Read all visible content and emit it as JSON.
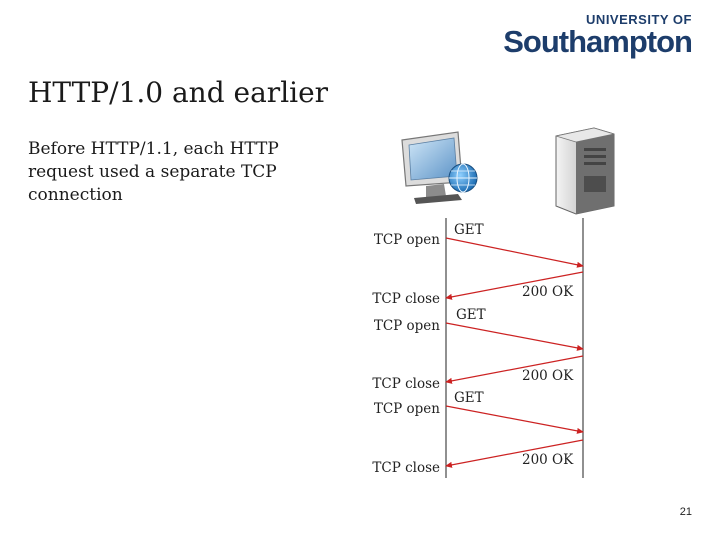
{
  "logo": {
    "top": "UNIVERSITY OF",
    "main": "Southampton",
    "color": "#1d3d6b"
  },
  "slide": {
    "title": "HTTP/1.0 and earlier",
    "body": "Before HTTP/1.1, each HTTP request used a separate TCP connection",
    "page_number": "21"
  },
  "icons": {
    "client": "computer-globe-icon",
    "server": "server-tower-icon"
  },
  "sequence": {
    "arrow_color": "#cc2222",
    "exchanges": [
      {
        "open": "TCP open",
        "request": "GET",
        "response": "200 OK",
        "close": "TCP close"
      },
      {
        "open": "TCP open",
        "request": "GET",
        "response": "200 OK",
        "close": "TCP close"
      },
      {
        "open": "TCP open",
        "request": "GET",
        "response": "200 OK",
        "close": "TCP close"
      }
    ]
  }
}
